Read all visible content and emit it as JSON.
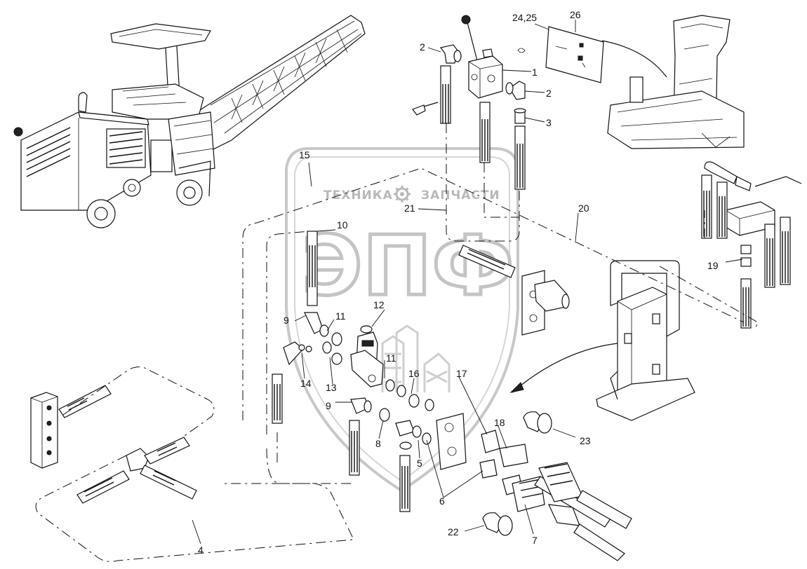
{
  "watermark": {
    "top_left": "ТЕХНИКА",
    "top_right": "ЗАПЧАСТИ",
    "logo": "ЭПФ"
  },
  "callouts": [
    {
      "id": "c1",
      "text": "1"
    },
    {
      "id": "c2a",
      "text": "2"
    },
    {
      "id": "c2b",
      "text": "2"
    },
    {
      "id": "c3",
      "text": "3"
    },
    {
      "id": "c4",
      "text": "4"
    },
    {
      "id": "c5",
      "text": "5"
    },
    {
      "id": "c6",
      "text": "6"
    },
    {
      "id": "c7",
      "text": "7"
    },
    {
      "id": "c8",
      "text": "8"
    },
    {
      "id": "c9a",
      "text": "9"
    },
    {
      "id": "c9b",
      "text": "9"
    },
    {
      "id": "c10",
      "text": "10"
    },
    {
      "id": "c11a",
      "text": "11"
    },
    {
      "id": "c11b",
      "text": "11"
    },
    {
      "id": "c12",
      "text": "12"
    },
    {
      "id": "c13",
      "text": "13"
    },
    {
      "id": "c14",
      "text": "14"
    },
    {
      "id": "c15",
      "text": "15"
    },
    {
      "id": "c16",
      "text": "16"
    },
    {
      "id": "c17",
      "text": "17"
    },
    {
      "id": "c18",
      "text": "18"
    },
    {
      "id": "c19",
      "text": "19"
    },
    {
      "id": "c20",
      "text": "20"
    },
    {
      "id": "c21",
      "text": "21"
    },
    {
      "id": "c22",
      "text": "22"
    },
    {
      "id": "c23",
      "text": "23"
    },
    {
      "id": "c2425",
      "text": "24,25"
    },
    {
      "id": "c26",
      "text": "26"
    }
  ]
}
